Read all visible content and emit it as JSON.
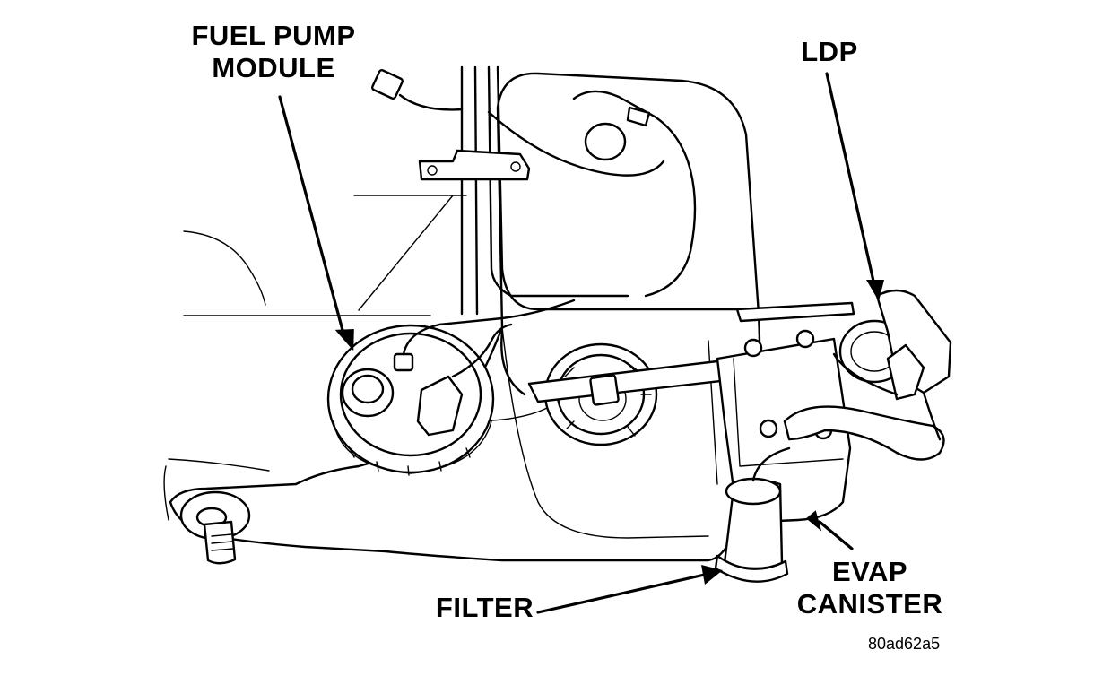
{
  "labels": {
    "fuel_pump_module": [
      "FUEL PUMP",
      "MODULE"
    ],
    "ldp": "LDP",
    "filter": "FILTER",
    "evap_canister": [
      "EVAP",
      "CANISTER"
    ]
  },
  "figure_id": "80ad62a5",
  "colors": {
    "ink": "#000000",
    "paper": "#ffffff"
  }
}
